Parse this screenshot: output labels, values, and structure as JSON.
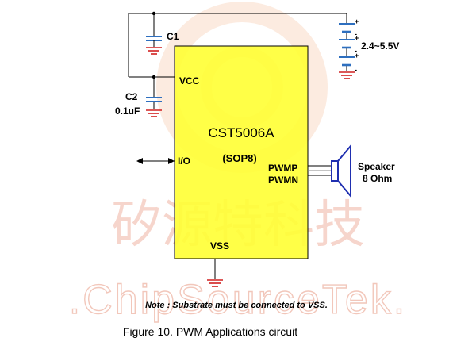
{
  "chip": {
    "name": "CST5006A",
    "package": "(SOP8)",
    "vcc_pin": "VCC",
    "vss_pin": "VSS",
    "io_pin": "I/O",
    "pwmp_pin": "PWMP",
    "pwmn_pin": "PWMN"
  },
  "components": {
    "c1_label": "C1",
    "c2_label": "C2",
    "c2_value": "0.1uF",
    "battery_voltage": "2.4~5.5V",
    "speaker_label": "Speaker",
    "speaker_value": "8 Ohm"
  },
  "note": "Note : Substrate must be connected to VSS.",
  "caption": "Figure 10.  PWM Applications circuit",
  "watermark": {
    "chinese": "矽源特科技",
    "english": ".ChipSourceTek."
  },
  "colors": {
    "chip_fill": "#ffff33",
    "ground": "#d02020",
    "capacitor": "#2e6fbf",
    "speaker": "#1f2fb0"
  }
}
